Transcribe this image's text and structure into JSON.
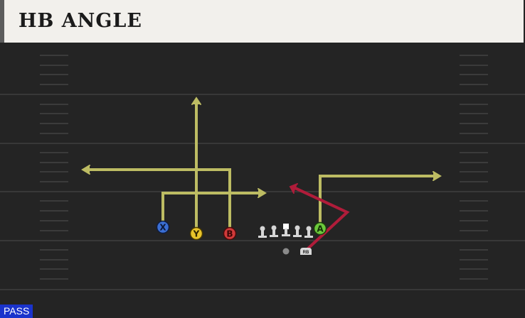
{
  "play": {
    "title": "HB ANGLE",
    "type_badge": "PASS"
  },
  "players": [
    {
      "id": "x",
      "label": "X",
      "color": "#3b6fd4"
    },
    {
      "id": "y",
      "label": "Y",
      "color": "#e9c42a"
    },
    {
      "id": "b",
      "label": "B",
      "color": "#d03a3a"
    },
    {
      "id": "a",
      "label": "A",
      "color": "#6cc83c"
    },
    {
      "id": "rb",
      "label": "RB",
      "color": "#d9d9d9"
    }
  ],
  "colors": {
    "route_primary": "#bdbc63",
    "route_hb": "#b01c3a",
    "field_line": "#3a3a3a",
    "hash_mark": "#3a3a3a",
    "lineman": "#d6d6d6",
    "qb": "#7a7a7a"
  }
}
